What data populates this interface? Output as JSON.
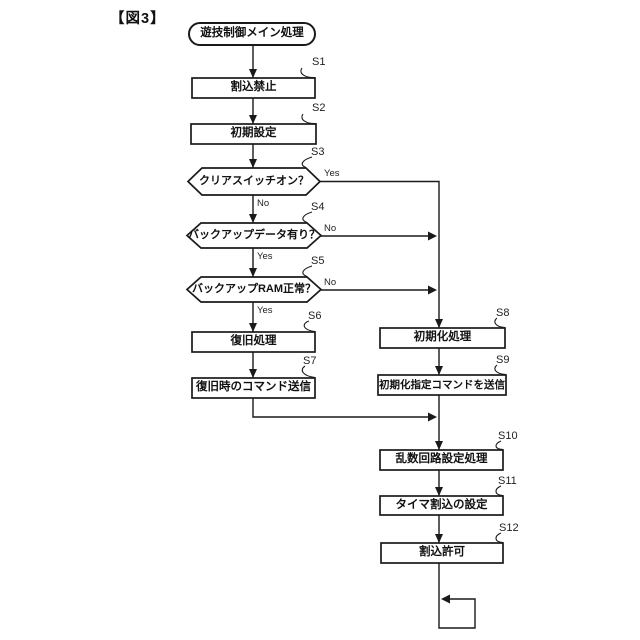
{
  "figure_label": "【図3】",
  "flowchart": {
    "start": {
      "label": "遊技制御メイン処理"
    },
    "steps": [
      {
        "id": "S1",
        "type": "process",
        "label": "割込禁止"
      },
      {
        "id": "S2",
        "type": "process",
        "label": "初期設定"
      },
      {
        "id": "S3",
        "type": "decision",
        "label": "クリアスイッチオン？"
      },
      {
        "id": "S4",
        "type": "decision",
        "label": "バックアップデータ有り？"
      },
      {
        "id": "S5",
        "type": "decision",
        "label": "バックアップRAM正常？"
      },
      {
        "id": "S6",
        "type": "process",
        "label": "復旧処理"
      },
      {
        "id": "S7",
        "type": "process",
        "label": "復旧時のコマンド送信"
      },
      {
        "id": "S8",
        "type": "process",
        "label": "初期化処理"
      },
      {
        "id": "S9",
        "type": "process",
        "label": "初期化指定コマンドを送信"
      },
      {
        "id": "S10",
        "type": "process",
        "label": "乱数回路設定処理"
      },
      {
        "id": "S11",
        "type": "process",
        "label": "タイマ割込の設定"
      },
      {
        "id": "S12",
        "type": "process",
        "label": "割込許可"
      }
    ],
    "branch_labels": {
      "yes": "Yes",
      "no": "No"
    },
    "line_color": "#1a1a1a",
    "background_color": "#ffffff"
  }
}
